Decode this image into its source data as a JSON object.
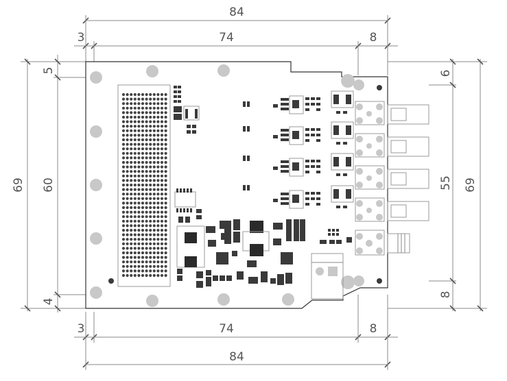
{
  "dimensions": {
    "top_total": "84",
    "top_left": "3",
    "top_mid": "74",
    "top_right": "8",
    "bottom_total": "84",
    "bottom_left": "3",
    "bottom_mid": "74",
    "bottom_right": "8",
    "left_total": "69",
    "left_mid": "60",
    "left_top": "5",
    "left_bottom": "4",
    "right_top": "6",
    "right_mid": "55",
    "right_total": "69",
    "right_bottom": "8"
  },
  "colors": {
    "board_outline": "#333333",
    "mounting_hole": "#c8c8c8",
    "component_pad": "#3a3a3a",
    "dimension_line": "#888888"
  }
}
